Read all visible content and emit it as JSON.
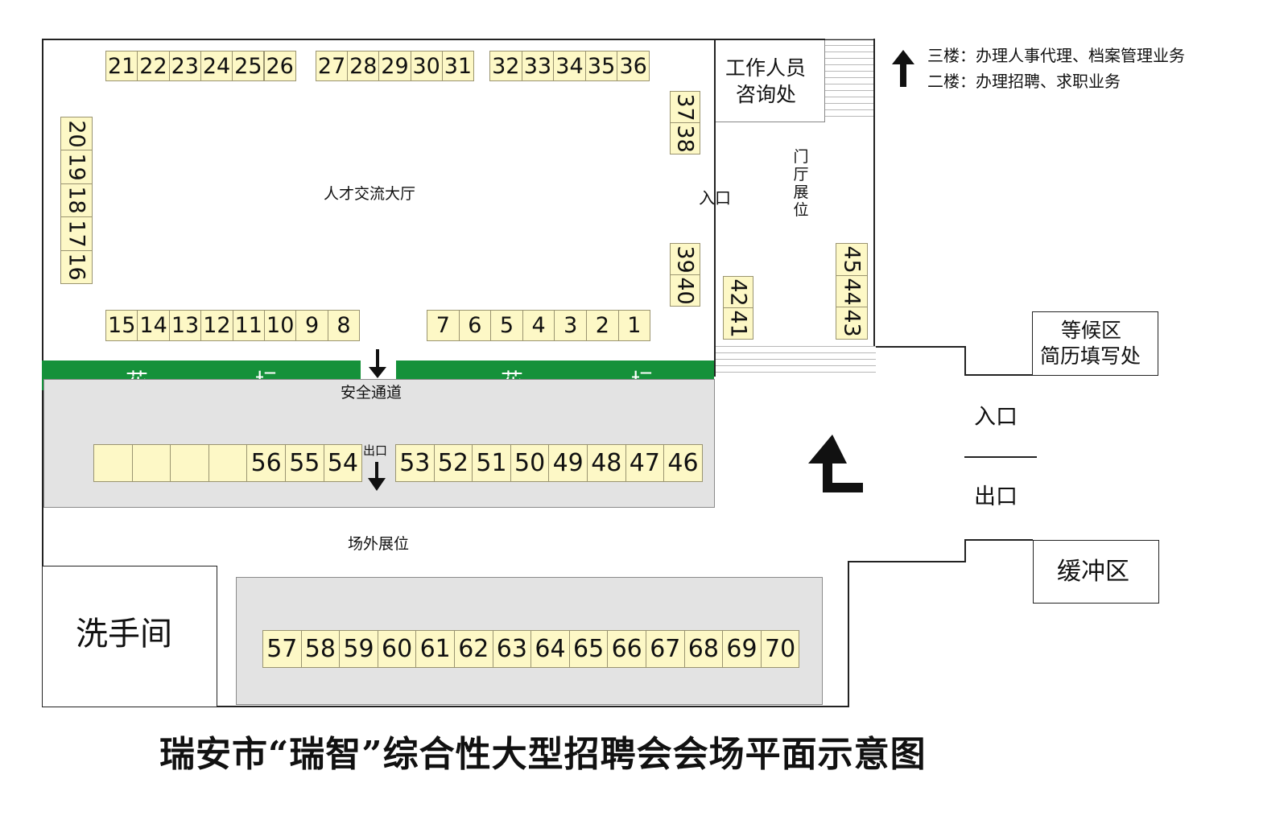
{
  "title": "瑞安市“瑞智”综合性大型招聘会会场平面示意图",
  "legend": {
    "third_floor": "三楼：办理人事代理、档案管理业务",
    "second_floor": "二楼：办理招聘、求职业务"
  },
  "areas": {
    "main_hall": "人才交流大厅",
    "staff_desk_line1": "工作人员",
    "staff_desk_line2": "咨询处",
    "entrance_inner": "入口",
    "lobby_booth": "门厅展位",
    "safety_passage": "安全通道",
    "exit_small": "出口",
    "outdoor_booth": "场外展位",
    "restroom": "洗手间",
    "waiting_line1": "等候区",
    "waiting_line2": "简历填写处",
    "buffer": "缓冲区",
    "entrance_outer": "入口",
    "exit_outer": "出口",
    "flower_bed_char1": "花",
    "flower_bed_char2": "坛"
  },
  "booths": {
    "top_left": [
      "21",
      "22",
      "23",
      "24",
      "25",
      "26"
    ],
    "top_mid": [
      "27",
      "28",
      "29",
      "30",
      "31"
    ],
    "top_right": [
      "32",
      "33",
      "34",
      "35",
      "36"
    ],
    "left_col": [
      "20",
      "19",
      "18",
      "17",
      "16"
    ],
    "col_37_38": [
      "37",
      "38"
    ],
    "col_39_40": [
      "39",
      "40"
    ],
    "col_42_41": [
      "42",
      "41"
    ],
    "col_45_43": [
      "45",
      "44",
      "43"
    ],
    "row_left": [
      "15",
      "14",
      "13",
      "12",
      "11",
      "10",
      "9",
      "8"
    ],
    "row_right": [
      "7",
      "6",
      "5",
      "4",
      "3",
      "2",
      "1"
    ],
    "mid_left": [
      "",
      "",
      "",
      "",
      "56",
      "55",
      "54"
    ],
    "mid_right": [
      "53",
      "52",
      "51",
      "50",
      "49",
      "48",
      "47",
      "46"
    ],
    "bottom": [
      "57",
      "58",
      "59",
      "60",
      "61",
      "62",
      "63",
      "64",
      "65",
      "66",
      "67",
      "68",
      "69",
      "70"
    ]
  },
  "colors": {
    "booth_fill": "#fdf8c6",
    "flower_bed": "#15913a",
    "corridor": "#e3e3e3"
  },
  "icons": [
    "arrow-up-icon",
    "arrow-down-icon",
    "turn-arrow-icon"
  ]
}
